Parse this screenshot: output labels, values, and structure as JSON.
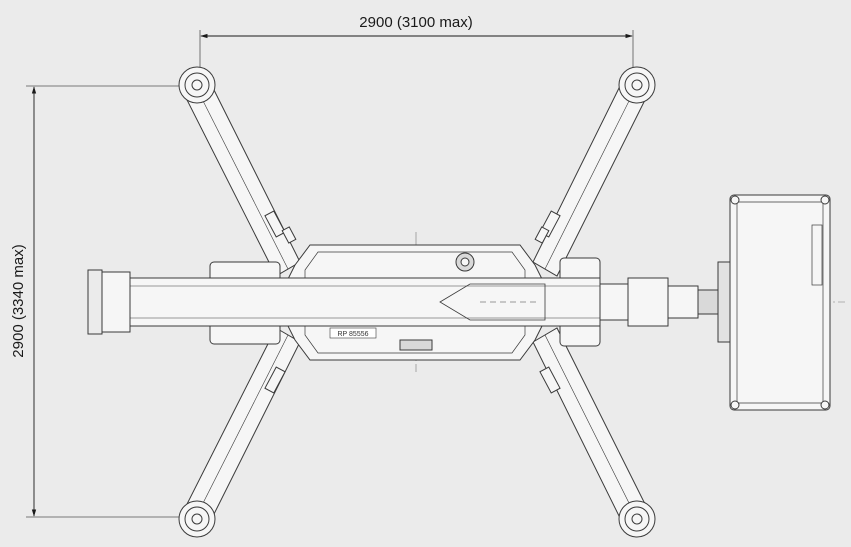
{
  "dimensions": {
    "width_label": "2900 (3100 max)",
    "height_label": "2900 (3340 max)"
  },
  "chassis": {
    "plate_text": "RP 85556"
  },
  "colors": {
    "background": "#ebebeb",
    "line": "#3a3a3a",
    "fill": "#f6f6f6",
    "fill_dark": "#d9d9d9"
  }
}
